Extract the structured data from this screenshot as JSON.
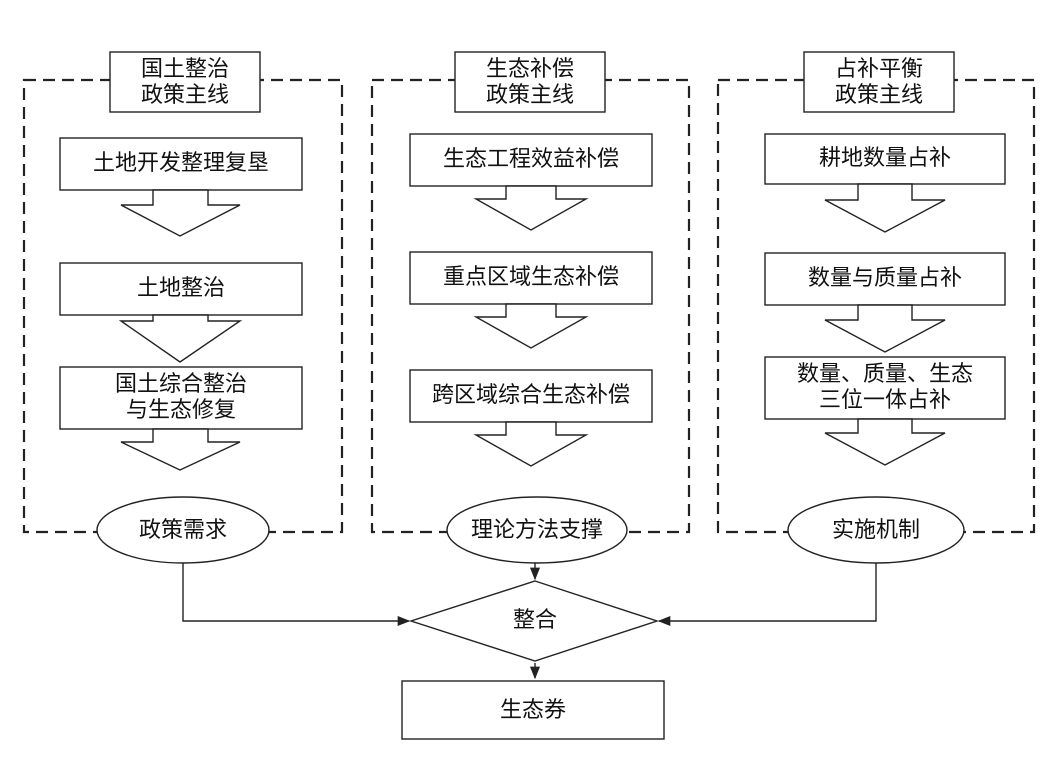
{
  "columns": [
    {
      "title": [
        "国土整治",
        "政策主线"
      ],
      "steps": [
        [
          "土地开发整理复垦"
        ],
        [
          "土地整治"
        ],
        [
          "国土综合整治",
          "与生态修复"
        ]
      ],
      "bottom": "政策需求"
    },
    {
      "title": [
        "生态补偿",
        "政策主线"
      ],
      "steps": [
        [
          "生态工程效益补偿"
        ],
        [
          "重点区域生态补偿"
        ],
        [
          "跨区域综合生态补偿"
        ]
      ],
      "bottom": "理论方法支撑"
    },
    {
      "title": [
        "占补平衡",
        "政策主线"
      ],
      "steps": [
        [
          "耕地数量占补"
        ],
        [
          "数量与质量占补"
        ],
        [
          "数量、质量、生态",
          "三位一体占补"
        ]
      ],
      "bottom": "实施机制"
    }
  ],
  "merge": "整合",
  "output": "生态券"
}
